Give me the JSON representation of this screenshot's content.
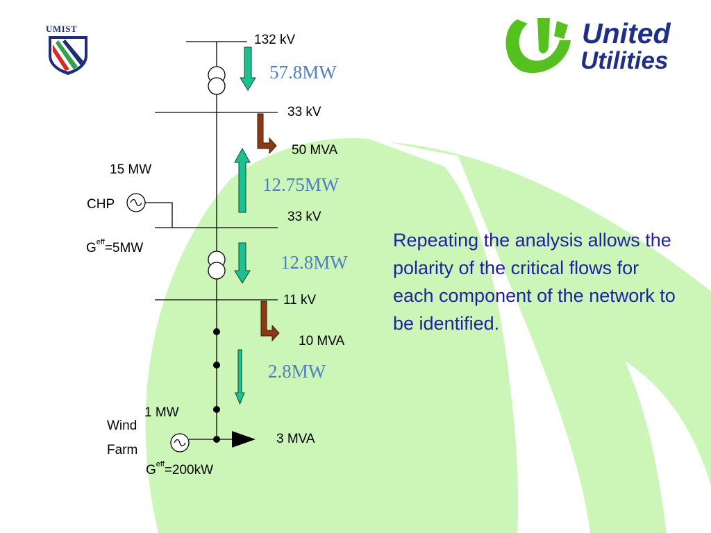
{
  "logos": {
    "umist": {
      "text": "UMIST"
    },
    "united_utilities": {
      "line1": "United",
      "line2": "Utilities"
    }
  },
  "buses": {
    "b132": "132 kV",
    "b33a": "33 kV",
    "b33b": "33 kV",
    "b11": "11 kV"
  },
  "loads": {
    "l50": "50 MVA",
    "l10": "10 MVA",
    "l3": "3 MVA"
  },
  "flows": {
    "f1": "57.8MW",
    "f2": "12.75MW",
    "f3": "12.8MW",
    "f4": "2.8MW"
  },
  "generators": {
    "chp": {
      "rating": "15 MW",
      "name": "CHP",
      "geff_prefix": "G",
      "geff_sup": "eff",
      "geff_value": "=5MW"
    },
    "wind": {
      "rating": "1 MW",
      "name_line1": "Wind",
      "name_line2": "Farm",
      "geff_prefix": "G",
      "geff_sup": "eff",
      "geff_value": "=200kW"
    }
  },
  "note": "Repeating the analysis allows the polarity of the critical flows for each component of the network to be identified.",
  "colors": {
    "background_shape": "#ccf5b8",
    "flow_arrow": "#1fbf8f",
    "load_arrow": "#8b3a13",
    "flow_text": "#4f7ec2",
    "note_text": "#1f1fa8",
    "uu_green": "#55c11f",
    "uu_navy": "#1f2f86"
  }
}
